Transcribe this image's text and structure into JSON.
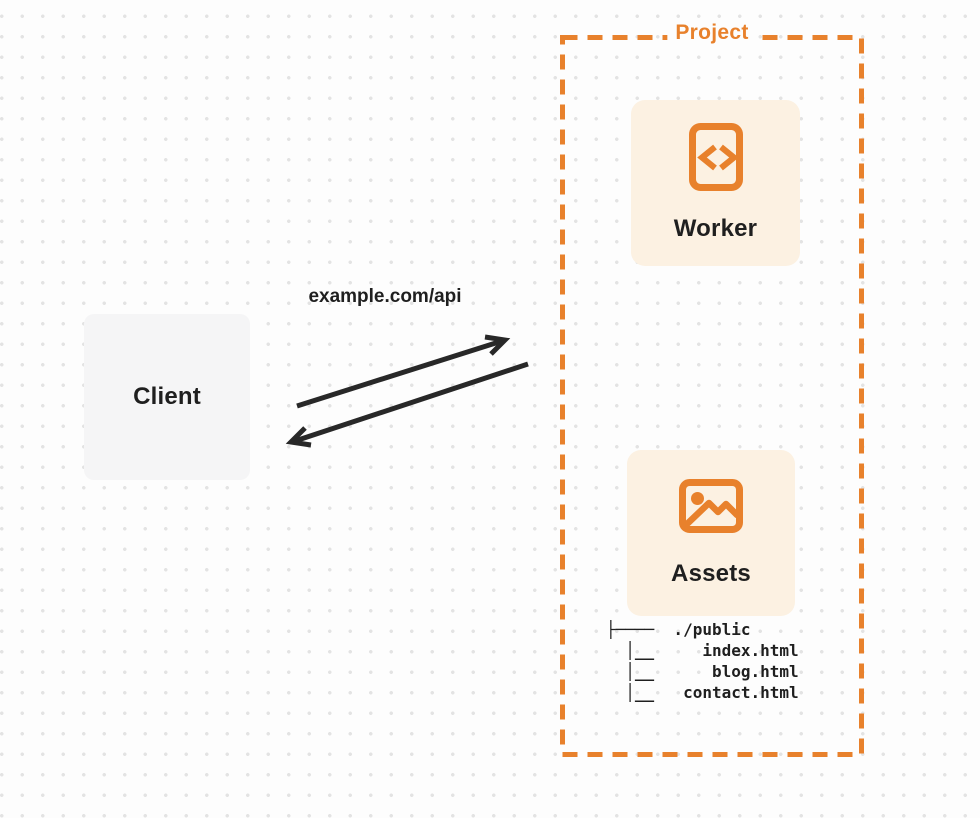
{
  "colors": {
    "accent": "#e8812c",
    "card_bg": "#fcf1e2",
    "client_bg": "#f5f5f6",
    "ink": "#282828",
    "text": "#1f1f1f",
    "page_bg": "#fdfdfd",
    "dot": "#e3e3e3"
  },
  "client": {
    "label": "Client"
  },
  "connection": {
    "label": "example.com/api"
  },
  "project": {
    "title": "Project",
    "worker": {
      "label": "Worker",
      "icon": "code-icon"
    },
    "assets": {
      "label": "Assets",
      "icon": "image-icon"
    },
    "file_tree": {
      "root": "./public",
      "files": [
        "index.html",
        "blog.html",
        "contact.html"
      ],
      "display_lines": [
        "├────  ./public",
        "  │__     index.html",
        "  │__      blog.html",
        "  │__   contact.html"
      ]
    }
  }
}
